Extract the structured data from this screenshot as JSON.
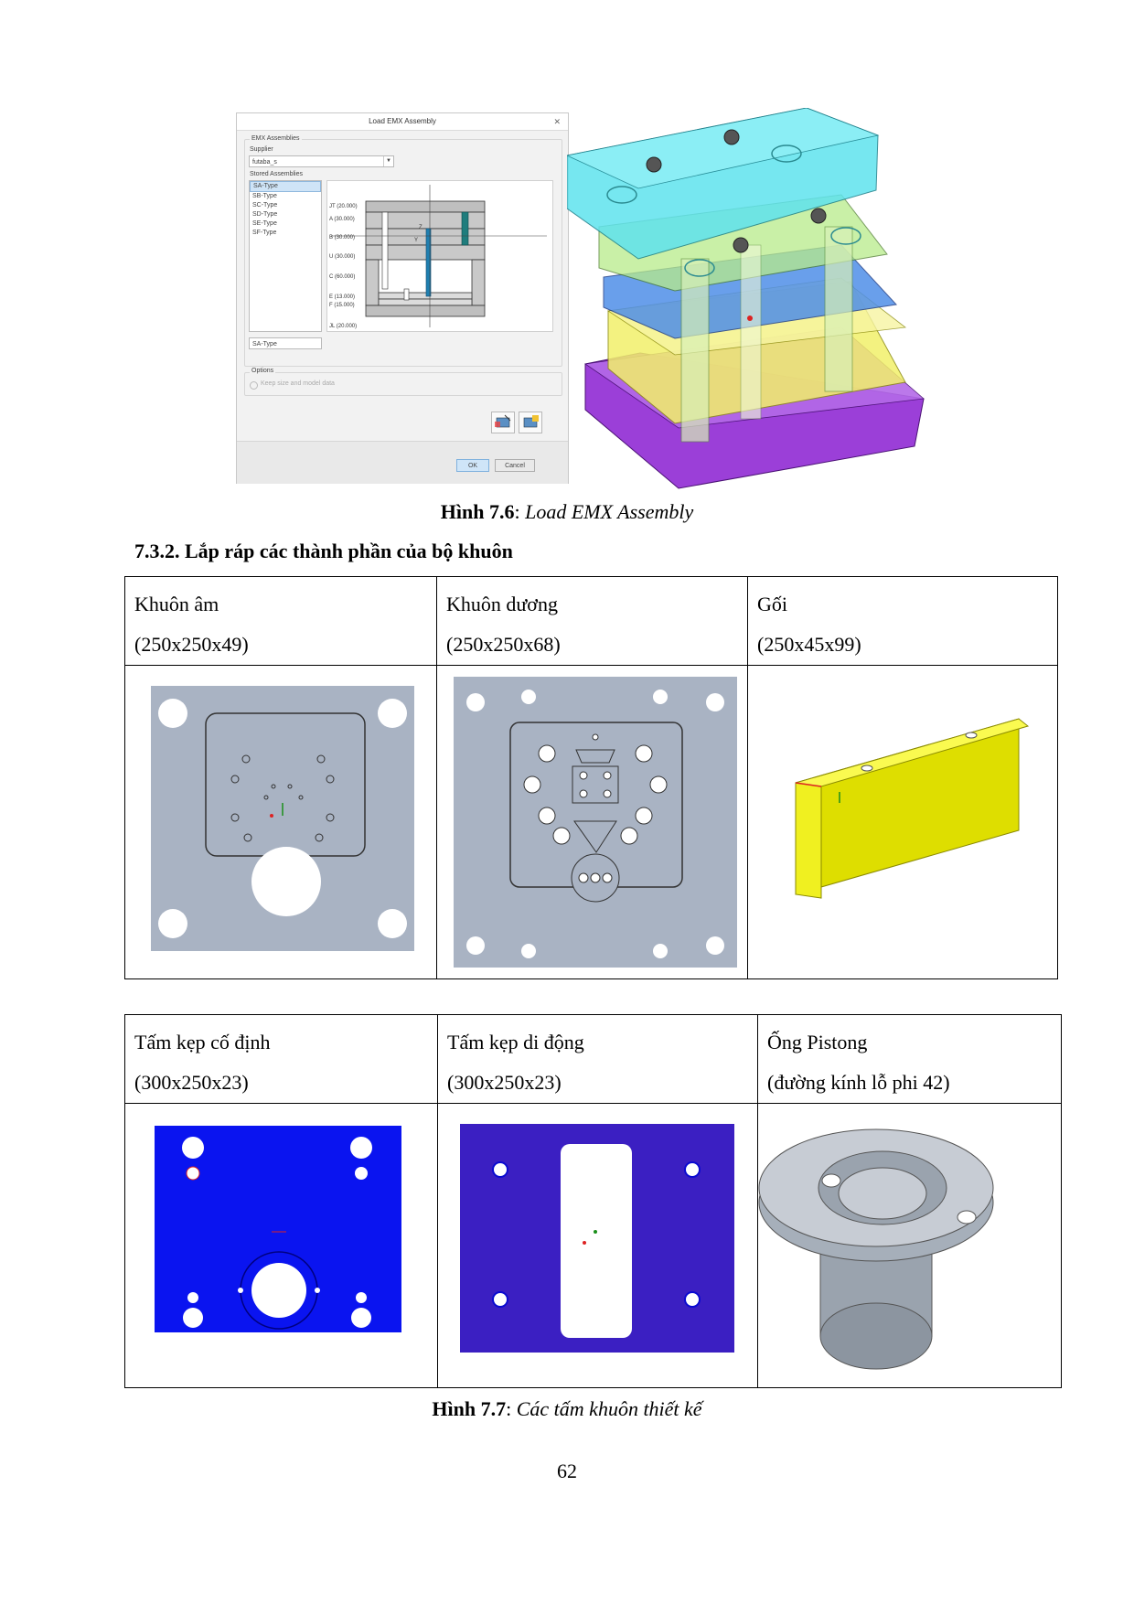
{
  "dialog": {
    "title": "Load EMX Assembly",
    "group_label": "EMX Assemblies",
    "supplier_label": "Supplier",
    "supplier_value": "futaba_s",
    "stored_label": "Stored Assemblies",
    "assemblies": [
      "SA-Type",
      "SB-Type",
      "SC-Type",
      "SD-Type",
      "SE-Type",
      "SF-Type"
    ],
    "selected_name": "SA-Type",
    "dims": [
      "JT (20.000)",
      "A (30.000)",
      "B (30.000)",
      "U (30.000)",
      "C (60.000)",
      "E (13.000)",
      "F (15.000)",
      "JL (20.000)"
    ],
    "options_label": "Options",
    "keep_label": "Keep size and model data",
    "ok_label": "OK",
    "cancel_label": "Cancel"
  },
  "fig76": {
    "num": "Hình 7.6",
    "text": "Load EMX Assembly"
  },
  "section_heading": "7.3.2. Lắp ráp các thành phần của bộ khuôn",
  "table1": [
    {
      "name": "Khuôn âm",
      "dim": "(250x250x49)"
    },
    {
      "name": "Khuôn dương",
      "dim": "(250x250x68)"
    },
    {
      "name": "Gối",
      "dim": "(250x45x99)"
    }
  ],
  "table2": [
    {
      "name": "Tấm kẹp cố định",
      "dim": "(300x250x23)"
    },
    {
      "name": "Tấm kẹp di động",
      "dim": "(300x250x23)"
    },
    {
      "name": "Ống Pistong",
      "dim": "(đường kính lỗ phi 42)"
    }
  ],
  "fig77": {
    "num": "Hình 7.7",
    "text": "Các tấm khuôn thiết kế"
  },
  "page_number": "62",
  "colors": {
    "cyan_plate": "#5fe3ee",
    "blue_plate": "#4f8fe8",
    "yellow_plate": "#f2f06a",
    "purple_plate": "#9b3fd8",
    "gray_plate": "#a9b3c3",
    "clamp_blue": "#0a14f0",
    "clamp_indigo": "#3b1fc2",
    "block_yellow": "#dede00"
  }
}
